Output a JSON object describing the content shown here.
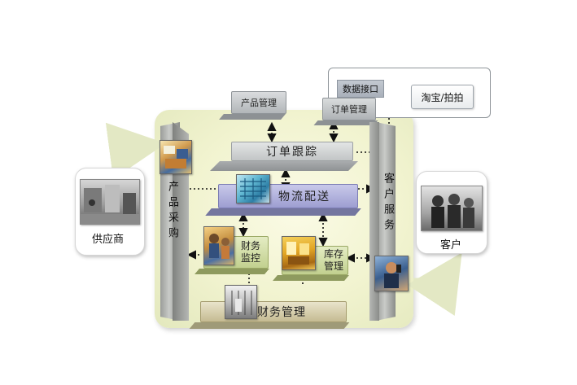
{
  "nodes": {
    "supplier": "供应商",
    "customer": "客户",
    "taobao": "淘宝/拍拍"
  },
  "modules": {
    "data_interface": "数据接口",
    "product_management": "产品管理",
    "order_management": "订单管理",
    "order_tracking": "订单跟踪",
    "logistics": "物流配送",
    "finance_monitoring": "财务\n监控",
    "inventory_management": "库存\n管理",
    "financial_management": "财务管理"
  },
  "pillars": {
    "procurement": "产品采购",
    "customer_service": "客户服务"
  }
}
